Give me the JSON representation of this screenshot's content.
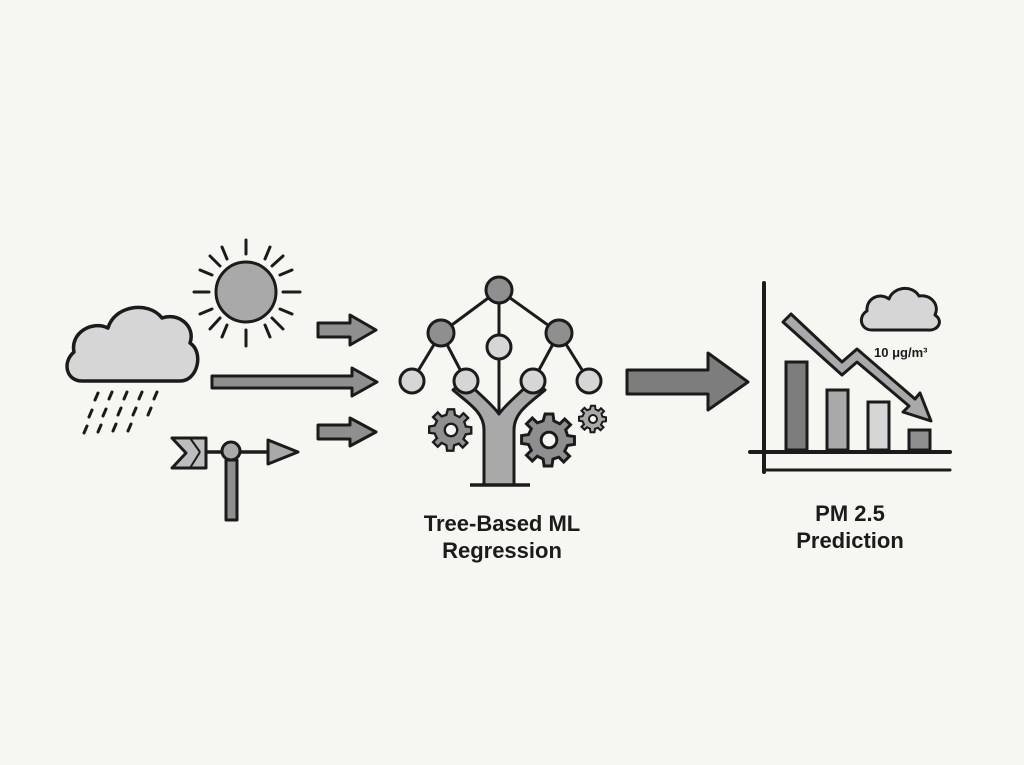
{
  "model_label": {
    "line1": "Tree-Based ML",
    "line2": "Regression"
  },
  "output_label": {
    "line1": "PM 2.5",
    "line2": "Prediction"
  },
  "pm_value": "10 μg/m³",
  "inputs": [
    {
      "name": "sun",
      "icon": "sun-icon"
    },
    {
      "name": "rain",
      "icon": "rain-cloud-icon"
    },
    {
      "name": "wind",
      "icon": "weather-vane-icon"
    }
  ],
  "output_bars": [
    0.88,
    0.6,
    0.48,
    0.2
  ],
  "colors": {
    "background": "#f6f6f3",
    "stroke": "#1b1b1b",
    "fill_mid": "#a9a9a9",
    "fill_light": "#d6d6d6",
    "fill_dark": "#7d7d7d"
  }
}
